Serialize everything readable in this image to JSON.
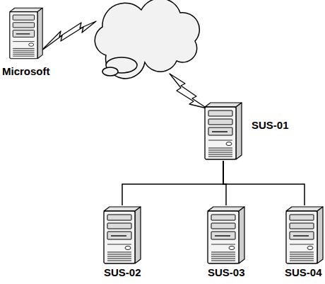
{
  "diagram": {
    "nodes": [
      {
        "text": [
          "Microsoft"
        ]
      },
      {
        "text": [
          "SUS-01"
        ]
      },
      {
        "text": [
          "SUS-02"
        ]
      },
      {
        "text": [
          "SUS-03"
        ]
      },
      {
        "text": [
          "SUS-04"
        ]
      }
    ],
    "edges": [
      {
        "from": 1,
        "to": 2,
        "arrow": "none"
      },
      {
        "from": 1,
        "to": 3,
        "arrow": "none"
      },
      {
        "from": 1,
        "to": 4,
        "arrow": "none"
      }
    ]
  }
}
